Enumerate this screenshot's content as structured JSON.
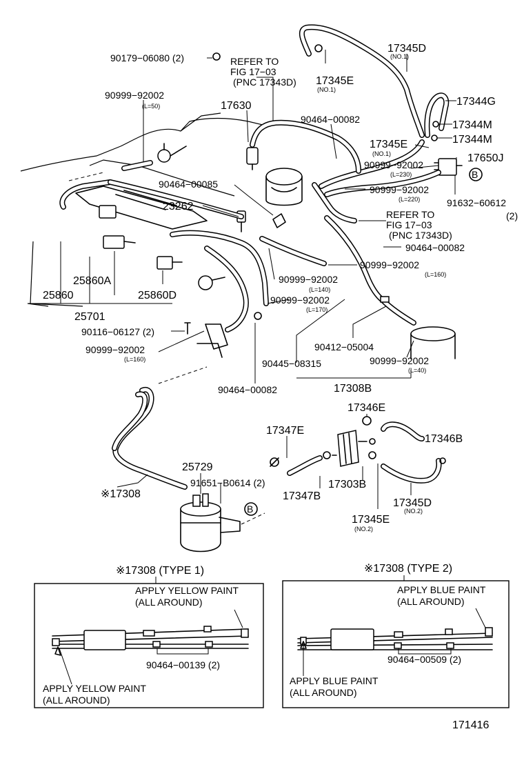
{
  "labels": {
    "p_90179": "90179−06080 (2)",
    "refer_top_1": "REFER TO",
    "refer_top_2": "FIG 17−03",
    "refer_top_3": "(PNC 17343D)",
    "p_17345D_top": "17345D",
    "p_17345D_top_sub": "(NO.1)",
    "p_17345E_top": "17345E",
    "p_17345E_top_sub": "(NO.1)",
    "p_90999_L50": "90999−92002",
    "p_90999_L50_sub": "(L=50)",
    "p_17630": "17630",
    "p_90464_00082_a": "90464−00082",
    "p_17344G": "17344G",
    "p_17344M_a": "17344M",
    "p_17344M_b": "17344M",
    "p_17345E_mid": "17345E",
    "p_17345E_mid_sub": "(NO.1)",
    "p_17650J": "17650J",
    "p_90999_L230": "90999−92002",
    "p_90999_L230_sub": "(L=230)",
    "p_90999_L220": "90999−92002",
    "p_90999_L220_sub": "(L=220)",
    "p_90464_00085": "90464−00085",
    "p_23262": "23262",
    "p_91632": "91632−60612",
    "p_91632_qty": "(2)",
    "refer_mid_1": "REFER TO",
    "refer_mid_2": "FIG 17−03",
    "refer_mid_3": "(PNC 17343D)",
    "p_90464_00082_b": "90464−00082",
    "p_90999_L160a": "90999−92002",
    "p_90999_L160a_sub": "(L=160)",
    "p_90999_L140": "90999−92002",
    "p_90999_L140_sub": "(L=140)",
    "p_90999_L170": "90999−92002",
    "p_90999_L170_sub": "(L=170)",
    "p_25860A": "25860A",
    "p_25860": "25860",
    "p_25860D": "25860D",
    "p_25701": "25701",
    "p_90116": "90116−06127 (2)",
    "p_90999_L160b": "90999−92002",
    "p_90999_L160b_sub": "(L=160)",
    "p_90412": "90412−05004",
    "p_90445": "90445−08315",
    "p_90999_L40": "90999−92002",
    "p_90999_L40_sub": "(L=40)",
    "p_17308B": "17308B",
    "p_90464_00082_c": "90464−00082",
    "p_17346E": "17346E",
    "p_17347E": "17347E",
    "p_17346B": "17346B",
    "p_25729": "25729",
    "p_17308_star": "※17308",
    "p_91651": "91651−B0614 (2)",
    "p_17347B": "17347B",
    "p_17303B": "17303B",
    "p_17345D_bot": "17345D",
    "p_17345D_bot_sub": "(NO.2)",
    "p_17345E_bot": "17345E",
    "p_17345E_bot_sub": "(NO.2)",
    "marker_b": "B"
  },
  "type1": {
    "title": "※17308 (TYPE 1)",
    "paint_top_1": "APPLY YELLOW PAINT",
    "paint_top_2": "(ALL AROUND)",
    "clip_part": "90464−00139 (2)",
    "paint_bottom_1": "APPLY YELLOW PAINT",
    "paint_bottom_2": "(ALL AROUND)"
  },
  "type2": {
    "title": "※17308 (TYPE 2)",
    "paint_top_1": "APPLY BLUE PAINT",
    "paint_top_2": "(ALL AROUND)",
    "clip_part": "90464−00509 (2)",
    "paint_bottom_1": "APPLY BLUE PAINT",
    "paint_bottom_2": "(ALL AROUND)"
  },
  "figure_number": "171416"
}
